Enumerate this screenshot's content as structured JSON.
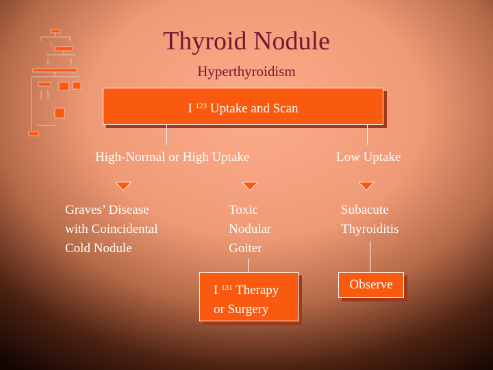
{
  "slide": {
    "title": "Thyroid Nodule",
    "subtitle": "Hyperthyroidism"
  },
  "flowchart": {
    "top_box": {
      "pre": "I",
      "sup": "123",
      "post": "Uptake and Scan"
    },
    "branch_high": "High-Normal or High Uptake",
    "branch_low": "Low Uptake",
    "graves": [
      "Graves’ Disease",
      "with Coincidental",
      "Cold Nodule"
    ],
    "toxic": [
      "Toxic",
      "Nodular",
      "Goiter"
    ],
    "subacute": [
      "Subacute",
      "Thyroiditis"
    ],
    "therapy_box": {
      "pre": "I",
      "sup": "131",
      "post": "Therapy",
      "line2": "or Surgery"
    },
    "observe_box": "Observe"
  },
  "colors": {
    "title": "#7a1530",
    "box_fill": "#fa5a10",
    "box_shadow": "#9a3a20",
    "background_center": "#fba98a",
    "background_edge": "#1a0804"
  }
}
